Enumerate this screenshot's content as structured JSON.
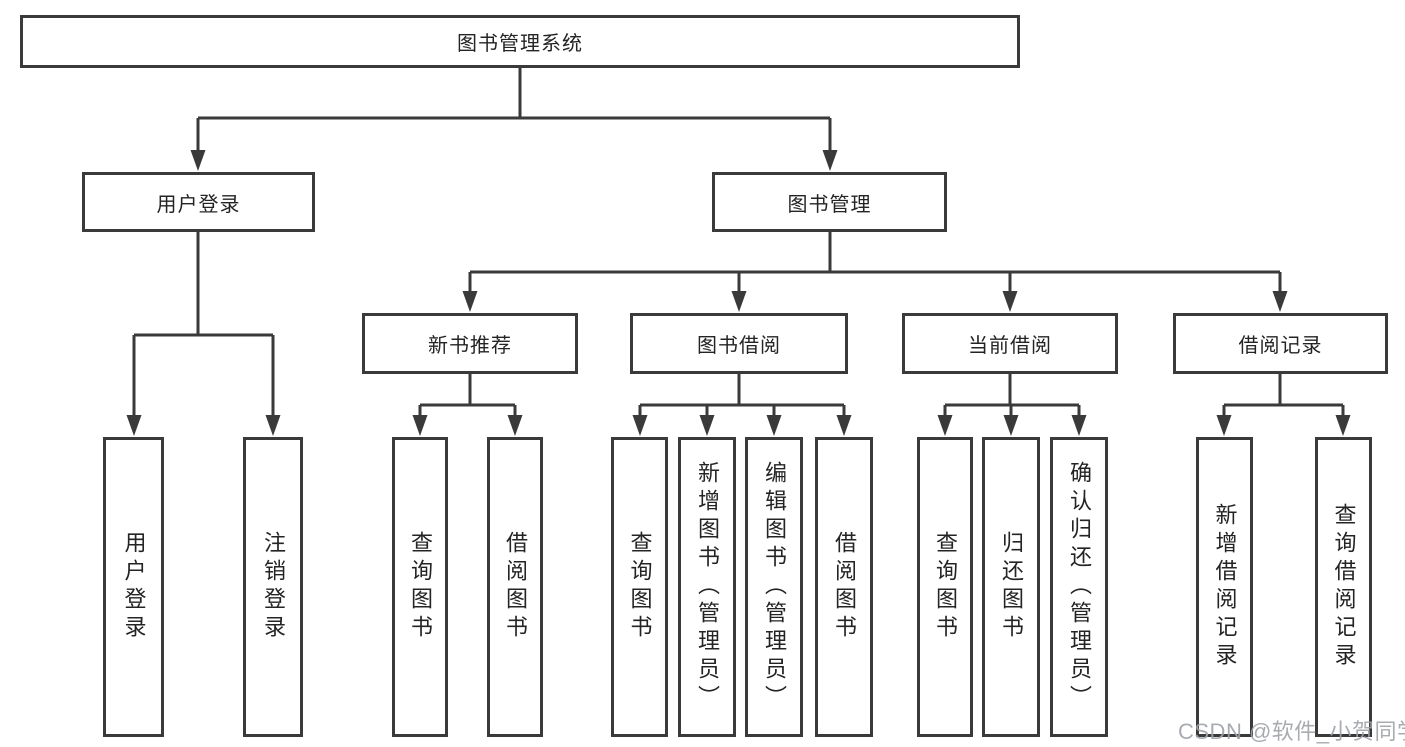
{
  "tree": {
    "label": "图书管理系统",
    "children": [
      {
        "label": "用户登录",
        "children": [
          {
            "label": "用户登录"
          },
          {
            "label": "注销登录"
          }
        ]
      },
      {
        "label": "图书管理",
        "children": [
          {
            "label": "新书推荐",
            "children": [
              {
                "label": "查询图书"
              },
              {
                "label": "借阅图书"
              }
            ]
          },
          {
            "label": "图书借阅",
            "children": [
              {
                "label": "查询图书"
              },
              {
                "label": "新增图书（管理员）"
              },
              {
                "label": "编辑图书（管理员）"
              },
              {
                "label": "借阅图书"
              }
            ]
          },
          {
            "label": "当前借阅",
            "children": [
              {
                "label": "查询图书"
              },
              {
                "label": "归还图书"
              },
              {
                "label": "确认归还（管理员）"
              }
            ]
          },
          {
            "label": "借阅记录",
            "children": [
              {
                "label": "新增借阅记录"
              },
              {
                "label": "查询借阅记录"
              }
            ]
          }
        ]
      }
    ]
  },
  "watermark": {
    "text": "CSDN @软件_小贺同学"
  },
  "colors": {
    "line": "#3a3a3a",
    "text": "#242424",
    "watermark": "#9ea3a8",
    "background": "#ffffff"
  }
}
